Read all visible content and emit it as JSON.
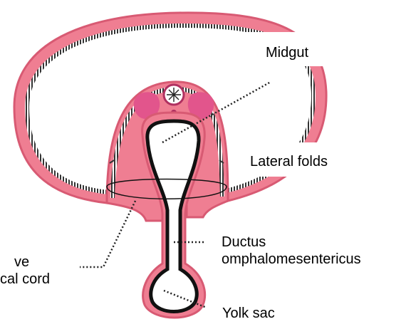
{
  "colors": {
    "outer_body": "#ef7e92",
    "outer_edge": "#d85a73",
    "ectoderm_stripe": "#2a2a2a",
    "cavity": "#ffffff",
    "neural_tissue": "#e2558c",
    "neural_tube_ring": "#b03060",
    "endoderm_line": "#111111",
    "leader_line": "#222222",
    "text": "#000000"
  },
  "labels": {
    "midgut": "Midgut",
    "lateral_folds": "Lateral folds",
    "ductus_line1": "Ductus",
    "ductus_line2": "omphalomesentericus",
    "yolk_sac": "Yolk sac",
    "cord_line1": "ve",
    "cord_line2": "cal cord"
  }
}
